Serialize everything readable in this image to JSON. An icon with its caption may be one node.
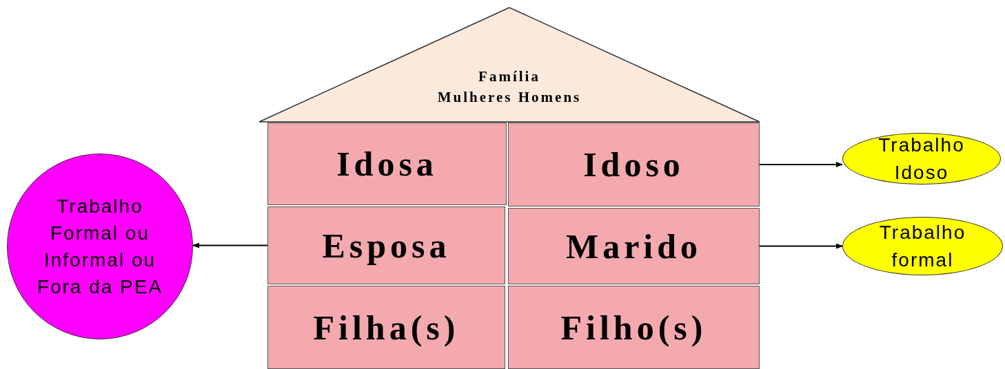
{
  "diagram": {
    "nodes": [
      {
        "text": [
          "Família",
          "Mulheres Homens"
        ]
      },
      {
        "text": [
          "Idosa"
        ]
      },
      {
        "text": [
          "Idoso"
        ]
      },
      {
        "text": [
          "Esposa"
        ]
      },
      {
        "text": [
          "Marido"
        ]
      },
      {
        "text": [
          "Filha(s)"
        ]
      },
      {
        "text": [
          "Filho(s)"
        ]
      },
      {
        "text": [
          "Trabalho Formal ou Informal ou Fora da PEA"
        ]
      },
      {
        "text": [
          "Trabalho Idoso"
        ]
      },
      {
        "text": [
          "Trabalho formal"
        ]
      }
    ],
    "edges": [
      {
        "from": 3,
        "to": 7,
        "arrow": "to"
      },
      {
        "from": 2,
        "to": 8,
        "arrow": "to"
      },
      {
        "from": 4,
        "to": 9,
        "arrow": "to"
      }
    ]
  }
}
